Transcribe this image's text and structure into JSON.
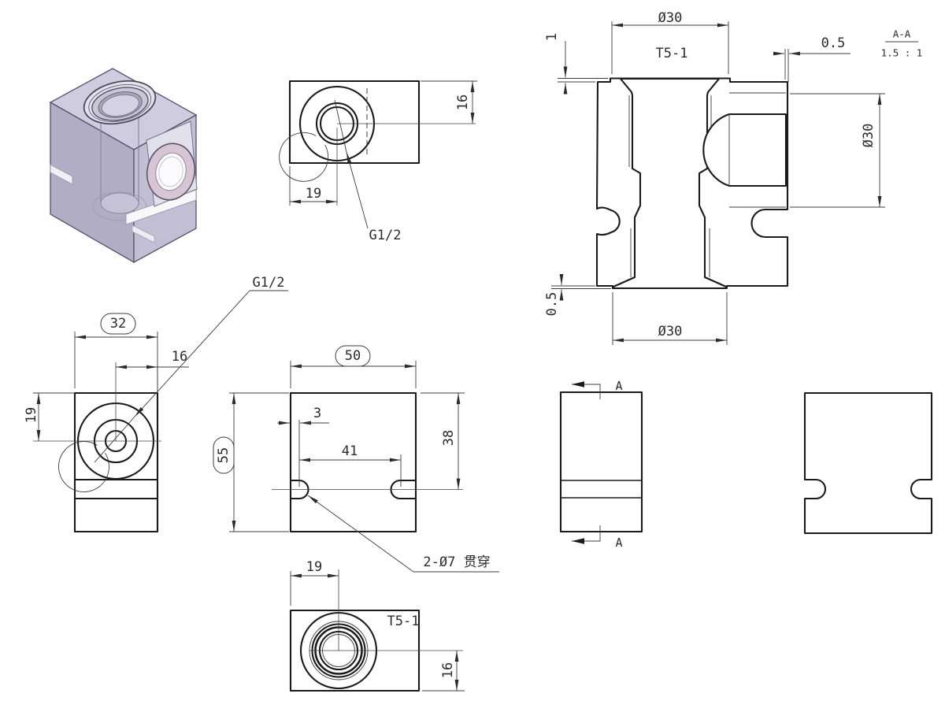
{
  "sheet": {
    "background": "#ffffff",
    "line_color": "#1a1a1a",
    "hatch_color": "#4a4a4a"
  },
  "iso_colors": {
    "top_face": "#cfccdf",
    "left_face": "#b0adc4",
    "right_face": "#c2bfd4",
    "port_ring": "#d7c5d6",
    "bore": "#c9c6d8"
  },
  "views": {
    "top_view": {
      "dim_offset_x": "19",
      "dim_offset_y": "16",
      "thread_note": "G1/2"
    },
    "section_view": {
      "title": "A-A",
      "scale": "1.5 : 1",
      "dim_top_diameter": "Ø30",
      "port_label": "T5-1",
      "dim_step_top_left": "1",
      "dim_step_top_right": "0.5",
      "dim_side_diameter": "Ø30",
      "dim_bottom_diameter": "Ø30",
      "dim_step_bottom_left": "0.5"
    },
    "front_view": {
      "dim_width_ref": "32",
      "dim_offset_x": "16",
      "dim_offset_y": "19",
      "thread_note": "G1/2"
    },
    "main_view": {
      "dim_width_ref": "50",
      "dim_height_ref": "55",
      "dim_hole_edge": "3",
      "dim_hole_span": "41",
      "dim_hole_depth": "38",
      "holes_note": "2-Ø7 贯穿"
    },
    "side_view": {
      "section_mark_top": "A",
      "section_mark_bottom": "A"
    },
    "bottom_view": {
      "dim_offset_x": "19",
      "dim_offset_y": "16",
      "port_label": "T5-1"
    }
  }
}
